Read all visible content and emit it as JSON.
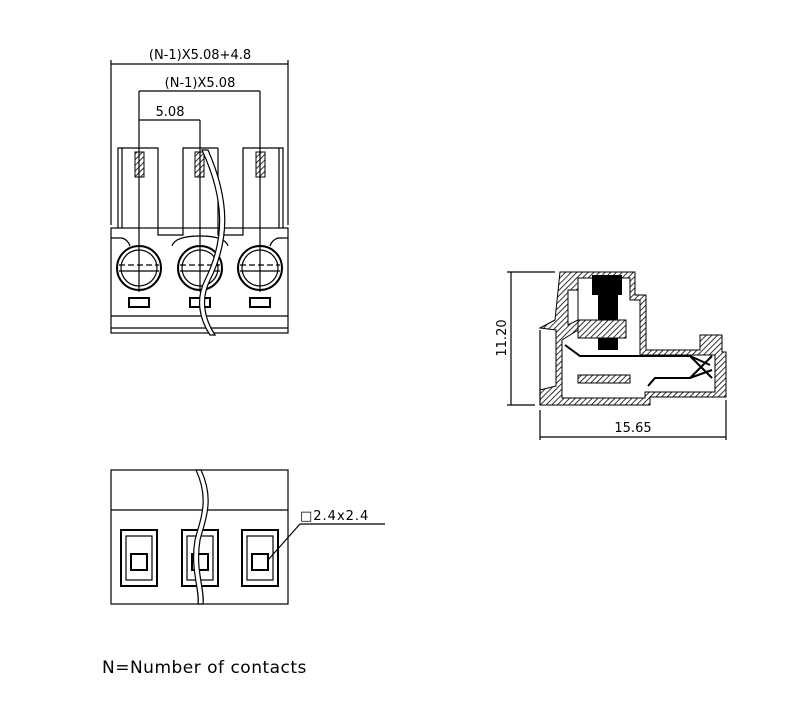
{
  "front_view": {
    "dim_overall": "(N-1)X5.08+4.8",
    "dim_pitch_total": "(N-1)X5.08",
    "dim_pitch": "5.08"
  },
  "side_view": {
    "dim_height": "11.20",
    "dim_depth": "15.65"
  },
  "bottom_view": {
    "dim_opening": "□2.4x2.4"
  },
  "note": "N=Number of contacts"
}
